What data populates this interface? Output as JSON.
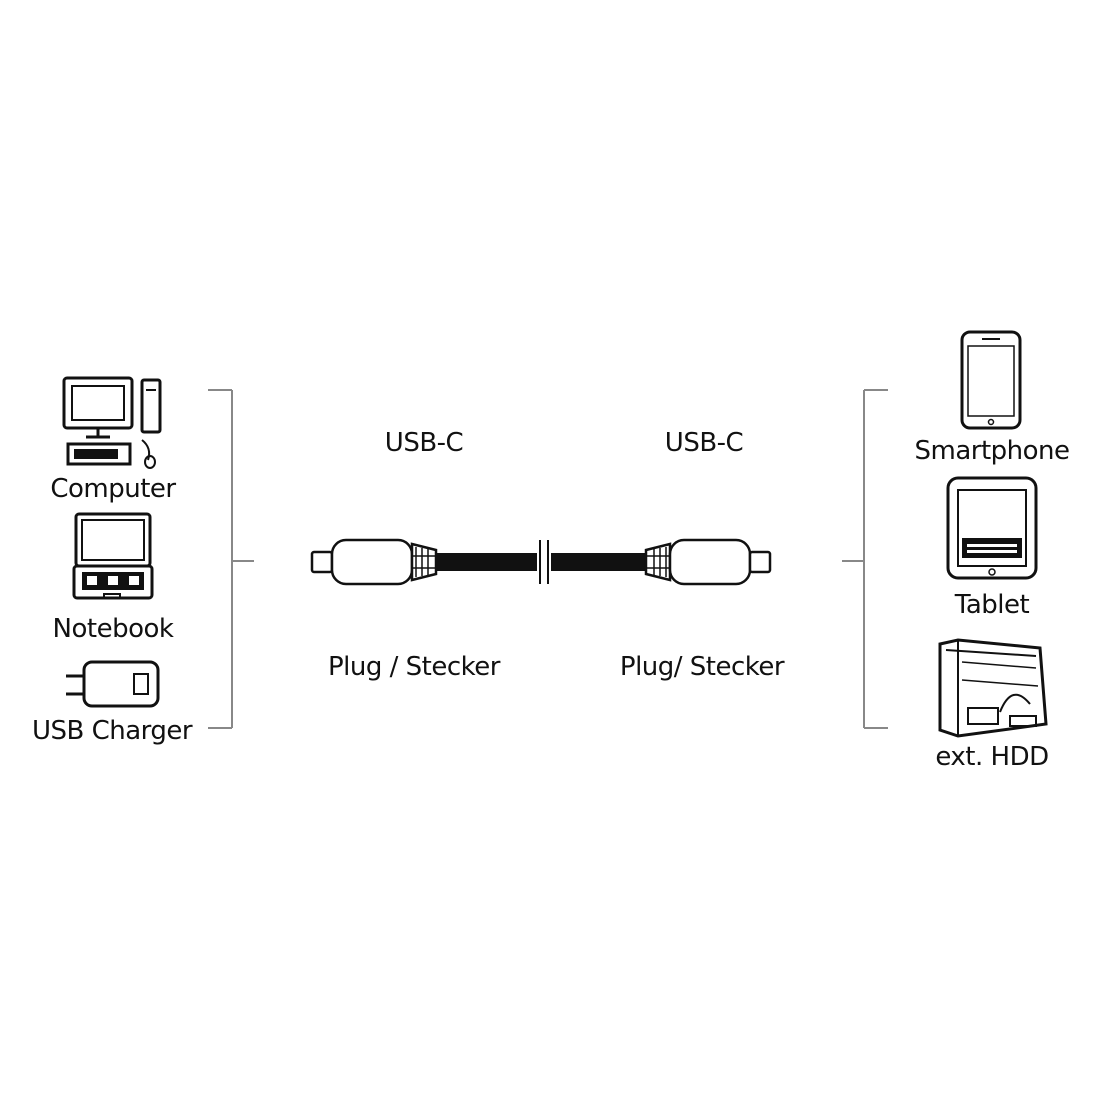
{
  "left_devices": {
    "computer": "Computer",
    "notebook": "Notebook",
    "charger": "USB Charger"
  },
  "right_devices": {
    "smartphone": "Smartphone",
    "tablet": "Tablet",
    "hdd": "ext. HDD"
  },
  "connectors": {
    "left": {
      "type": "USB-C",
      "gender": "Plug / Stecker"
    },
    "right": {
      "type": "USB-C",
      "gender": "Plug/ Stecker"
    }
  },
  "colors": {
    "line": "#111111",
    "bracket": "#888888",
    "background": "#ffffff"
  },
  "icons": {
    "computer": "computer-icon",
    "notebook": "notebook-icon",
    "charger": "usb-charger-icon",
    "smartphone": "smartphone-icon",
    "tablet": "tablet-icon",
    "hdd": "external-hdd-icon"
  }
}
